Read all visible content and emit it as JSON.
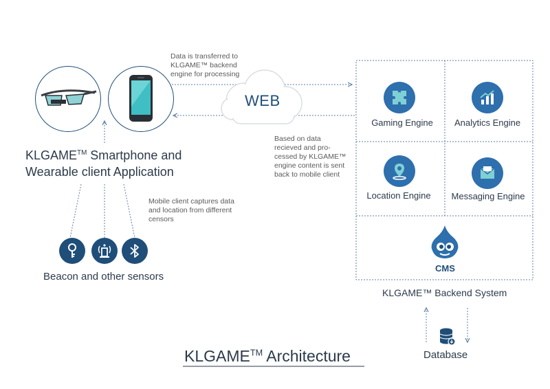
{
  "colors": {
    "primary": "#1f4e79",
    "accent": "#2e6fad",
    "line": "#5b7fa6"
  },
  "top_note": [
    "Data is transferred to",
    "KLGAME™ backend",
    "engine for processing"
  ],
  "web_label": "WEB",
  "client": {
    "line1_prefix": "KLGAME",
    "tm": "TM",
    "line1_suffix": " Smartphone and",
    "line2": "Wearable client Application"
  },
  "based_note": [
    "Based on data",
    "recieved and pro-",
    "cessed by KLGAME™",
    "engine content is sent",
    "back to mobile client"
  ],
  "mobile_note": [
    "Mobile client captures data",
    "and location from different",
    "censors"
  ],
  "engines": {
    "gaming": "Gaming Engine",
    "analytics": "Analytics Engine",
    "location": "Location Engine",
    "messaging": "Messaging Engine",
    "cms": "CMS"
  },
  "sensors_label": "Beacon and other sensors",
  "backend_label": "KLGAME™ Backend System",
  "database_label": "Database",
  "title": {
    "prefix": "KLGAME",
    "tm": "TM",
    "suffix": " Architecture"
  }
}
